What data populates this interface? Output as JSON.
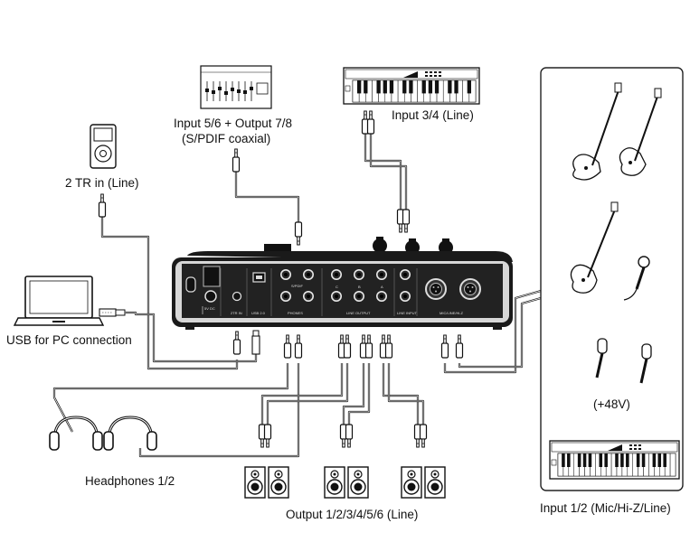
{
  "labels": {
    "spdif": "Input 5/6 + Output 7/8",
    "spdif_sub": "(S/PDIF coaxial)",
    "input34": "Input 3/4 (Line)",
    "tr_in": "2 TR in (Line)",
    "usb": "USB for PC connection",
    "headphones": "Headphones 1/2",
    "outputs": "Output 1/2/3/4/5/6 (Line)",
    "phantom": "(+48V)",
    "input12": "Input 1/2 (Mic/Hi-Z/Line)"
  },
  "panel": {
    "dc": "5V DC",
    "tr_jack": "2TR IN",
    "usb_port": "USB 2.0",
    "phones": "PHONES",
    "spdif_port": "S/PDIF",
    "line_output": "LINE OUTPUT",
    "line_input": "LINE INPUT",
    "mic_input": "MIC/LINE/Hi-Z",
    "ch_c": "C",
    "ch_b": "B",
    "ch_a": "A"
  },
  "colors": {
    "device_body": "#1a1a1a",
    "device_frame": "#cfcfcf",
    "cable": "#111111",
    "box_border": "#222222"
  }
}
